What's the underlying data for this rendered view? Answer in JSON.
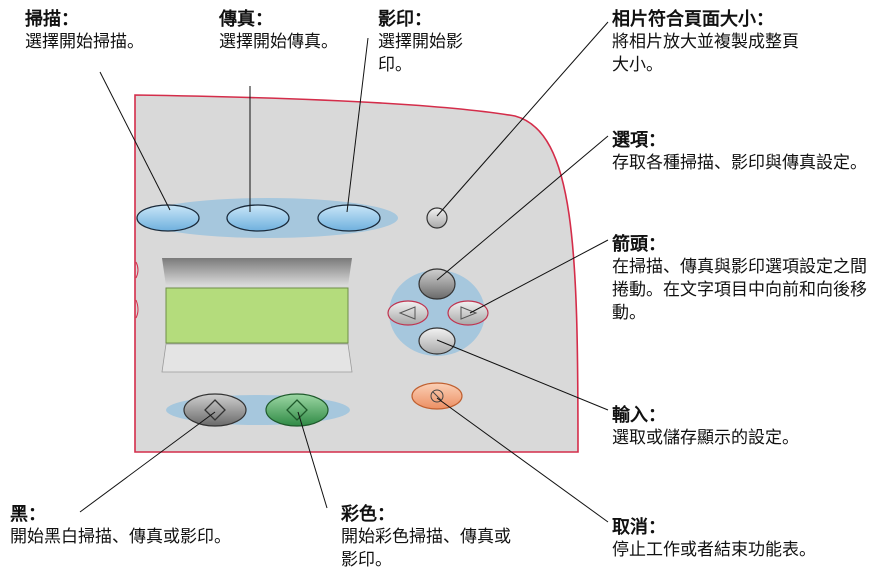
{
  "callouts": {
    "scan": {
      "title": "掃描：",
      "desc": "選擇開始掃描。"
    },
    "fax": {
      "title": "傳真：",
      "desc": "選擇開始傳真。"
    },
    "copy": {
      "title": "影印：",
      "desc": "選擇開始影印。"
    },
    "photo_fit": {
      "title": "相片符合頁面大小：",
      "desc": "將相片放大並複製成整頁大小。"
    },
    "options": {
      "title": "選項：",
      "desc": "存取各種掃描、影印與傳真設定。"
    },
    "arrows": {
      "title": "箭頭：",
      "desc": "在掃描、傳真與影印選項設定之間捲動。在文字項目中向前和向後移動。"
    },
    "enter": {
      "title": "輸入：",
      "desc": "選取或儲存顯示的設定。"
    },
    "cancel": {
      "title": "取消：",
      "desc": "停止工作或者結束功能表。"
    },
    "black": {
      "title": "黑：",
      "desc": "開始黑白掃描、傳真或影印。"
    },
    "color": {
      "title": "彩色：",
      "desc": "開始彩色掃描、傳真或影印。"
    }
  },
  "colors": {
    "panel": "#d9d9d9",
    "panel_edge": "#d42d4a",
    "mode_button": "#8ec5ea",
    "strip": "#a6c7dd",
    "lcd": "#b4dc7c",
    "cancel_button": "#f3a37a",
    "color_button": "#3f9e54",
    "black_button": "#8d8d8d"
  }
}
